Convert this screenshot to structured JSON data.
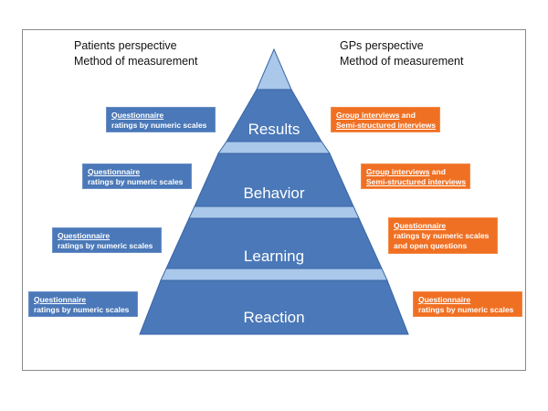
{
  "headers": {
    "left": {
      "line1": "Patients perspective",
      "line2": "Method of measurement"
    },
    "right": {
      "line1": "GPs perspective",
      "line2": "Method of measurement"
    }
  },
  "levels": [
    {
      "label": "Results"
    },
    {
      "label": "Behavior"
    },
    {
      "label": "Learning"
    },
    {
      "label": "Reaction"
    }
  ],
  "left_boxes": [
    {
      "line1": "Questionnaire",
      "line2": "ratings by numeric scales"
    },
    {
      "line1": "Questionnaire",
      "line2": "ratings by numeric scales"
    },
    {
      "line1": "Questionnaire",
      "line2": "ratings by numeric scales"
    },
    {
      "line1": "Questionnaire",
      "line2": "ratings by numeric scales"
    }
  ],
  "right_boxes": [
    {
      "line1_u": "Group interviews",
      "line1_rest": " and",
      "line2_u": "Semi-structured interviews"
    },
    {
      "line1_u": "Group interviews",
      "line1_rest": " and",
      "line2_u": "Semi-structured interviews"
    },
    {
      "line1_u": "Questionnaire",
      "line2": "ratings by numeric scales",
      "line3": "and open questions"
    },
    {
      "line1_u": "Questionnaire",
      "line2": "ratings by numeric scales"
    }
  ],
  "colors": {
    "level": "#4a78b8",
    "separator": "#a9c8ea",
    "apex": "#a9c8ea",
    "patient_box": "#4a78b8",
    "gp_box": "#f07023"
  }
}
